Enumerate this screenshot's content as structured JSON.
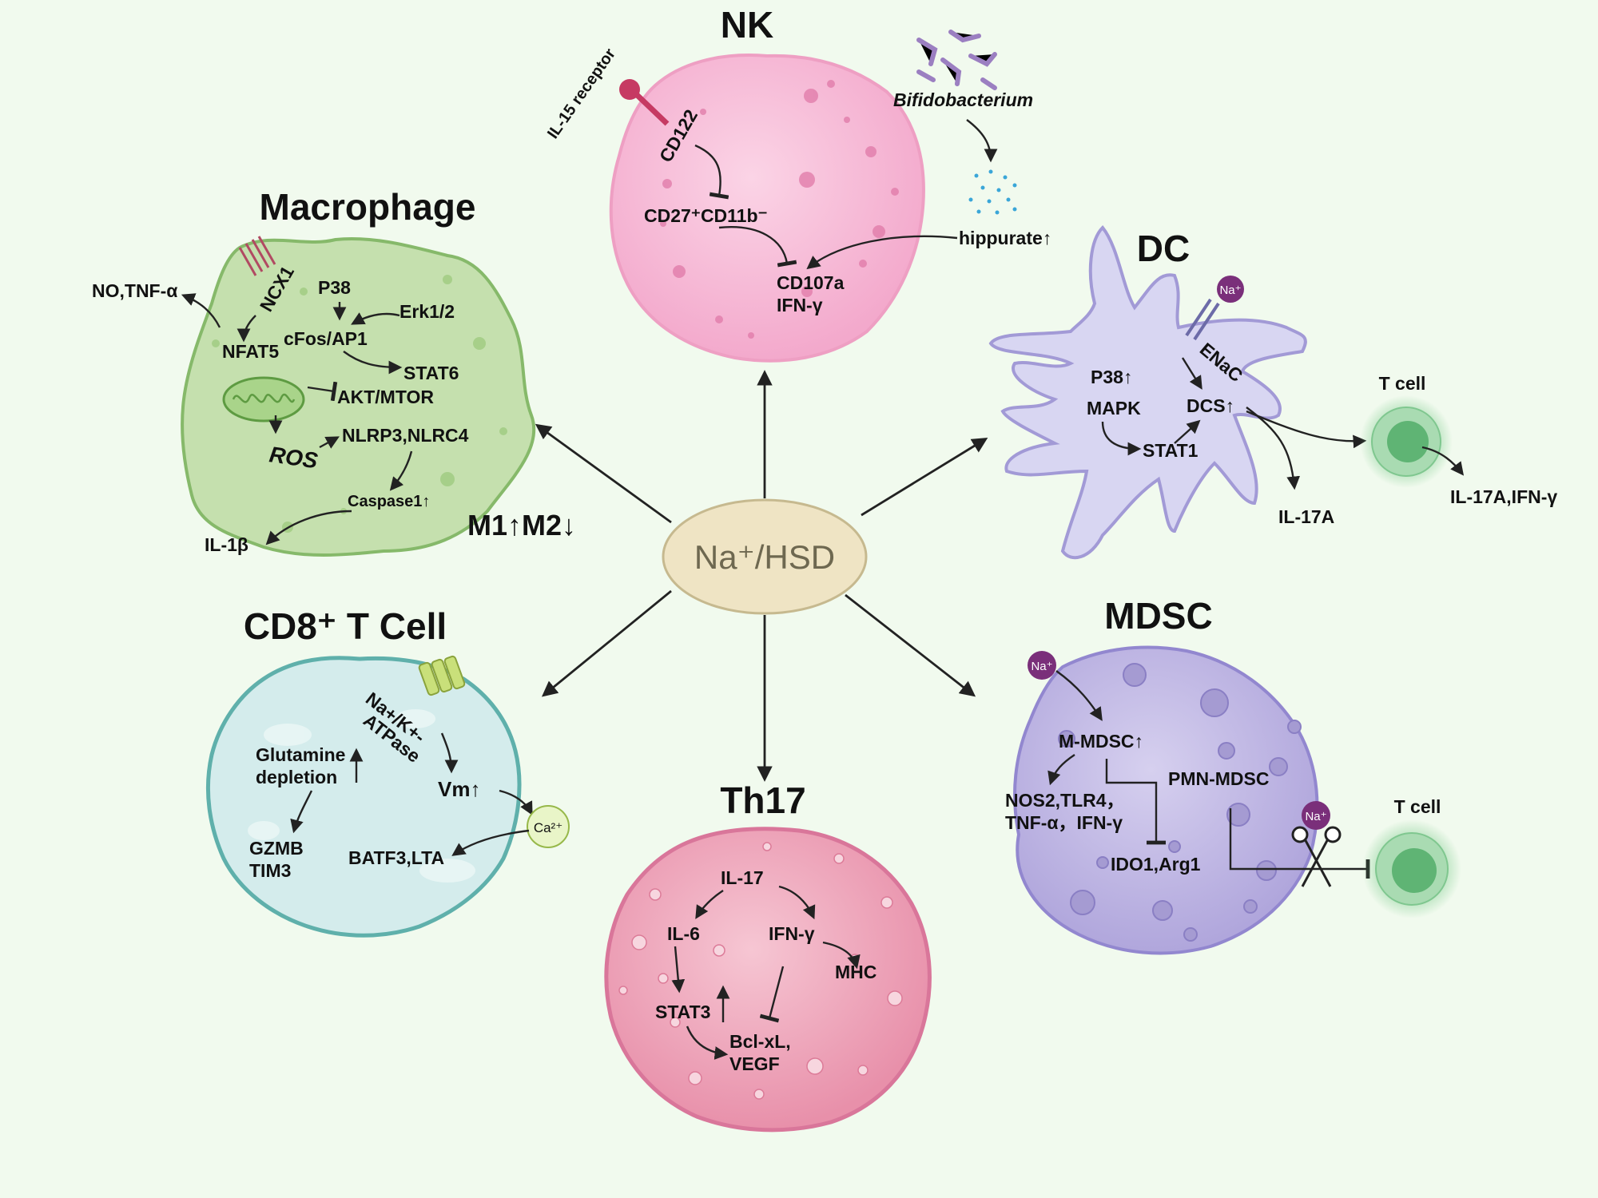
{
  "center": {
    "label": "Na⁺/HSD"
  },
  "nk": {
    "title": "NK",
    "il15_receptor": "IL-15 receptor",
    "cd122": "CD122",
    "cd27": "CD27⁺CD11b⁻",
    "cd107a": "CD107a",
    "ifng": "IFN-γ",
    "bifido": "Bifidobacterium",
    "hippurate": "hippurate↑"
  },
  "macrophage": {
    "title": "Macrophage",
    "no_tnf": "NO,TNF-α",
    "ncx1": "NCX1",
    "p38": "P38",
    "erk": "Erk1/2",
    "nfat5": "NFAT5",
    "cfos": "cFos/AP1",
    "stat6": "STAT6",
    "akt": "AKT/MTOR",
    "ros": "ROS",
    "nlrp3": "NLRP3,NLRC4",
    "caspase": "Caspase1↑",
    "il1b": "IL-1β",
    "m1m2": "M1↑M2↓"
  },
  "dc": {
    "title": "DC",
    "na": "Na⁺",
    "enac": "ENaC",
    "p38": "P38↑",
    "mapk": "MAPK",
    "dcs": "DCS↑",
    "stat1": "STAT1",
    "il17a": "IL-17A",
    "tcell": "T cell",
    "il17a_ifng": "IL-17A,IFN-γ"
  },
  "cd8": {
    "title": "CD8⁺ T Cell",
    "atpase_line1": "Na+/K+-",
    "atpase_line2": "ATPase",
    "glutamine_line1": "Glutamine",
    "glutamine_line2": "depletion",
    "vm": "Vm↑",
    "ca": "Ca²⁺",
    "gzmb": "GZMB",
    "tim3": "TIM3",
    "batf3": "BATF3,LTA"
  },
  "th17": {
    "title": "Th17",
    "il17": "IL-17",
    "il6": "IL-6",
    "ifng": "IFN-γ",
    "mhc": "MHC",
    "stat3": "STAT3",
    "bcl_line1": "Bcl-xL,",
    "bcl_line2": "VEGF"
  },
  "mdsc": {
    "title": "MDSC",
    "na": "Na⁺",
    "m_mdsc": "M-MDSC↑",
    "pmn_mdsc": "PMN-MDSC",
    "nos2_line1": "NOS2,TLR4，",
    "nos2_line2": "TNF-α，IFN-γ",
    "ido1": "IDO1,Arg1",
    "tcell": "T cell"
  },
  "colors": {
    "background": "#f1faee",
    "nk": "#f7bfd8",
    "macrophage": "#c5e0ae",
    "dc": "#d8d6f2",
    "cd8": "#d4ecec",
    "th17": "#f2b0c2",
    "mdsc": "#bdb5e0",
    "center": "#efe4c4",
    "tcell": "#7fc78f"
  }
}
